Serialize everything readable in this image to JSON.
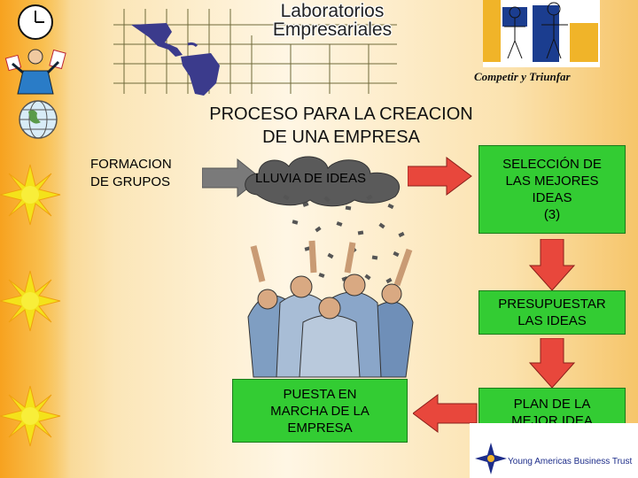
{
  "header": {
    "line1": "Laboratorios",
    "line2": "Empresariales",
    "slogan": "Competir y Triunfar"
  },
  "main_title": {
    "line1": "PROCESO PARA LA CREACION",
    "line2": "DE UNA  EMPRESA"
  },
  "nodes": {
    "formacion": {
      "line1": "FORMACION",
      "line2": "DE GRUPOS"
    },
    "lluvia": "LLUVIA DE IDEAS",
    "seleccion": {
      "line1": "SELECCIÓN DE",
      "line2": "LAS MEJORES",
      "line3": "IDEAS",
      "line4": "(3)"
    },
    "presupuestar": {
      "line1": "PRESUPUESTAR",
      "line2": "LAS IDEAS"
    },
    "plan": {
      "line1": "PLAN DE LA",
      "line2": "MEJOR IDEA"
    },
    "puesta": {
      "line1": "PUESTA EN",
      "line2": "MARCHA DE LA",
      "line3": "EMPRESA"
    }
  },
  "footer": {
    "logo_text": "Young Americas Business Trust"
  },
  "colors": {
    "box_green": "#33cc33",
    "arrow_red": "#e8473c",
    "arrow_gray": "#777777",
    "strip_orange": "#f7a21f"
  },
  "icons": [
    "clock-icon",
    "sun-icon",
    "globe-icon",
    "map-icon",
    "figure-icon",
    "cloud-icon",
    "crowd-icon",
    "logo-icon"
  ]
}
